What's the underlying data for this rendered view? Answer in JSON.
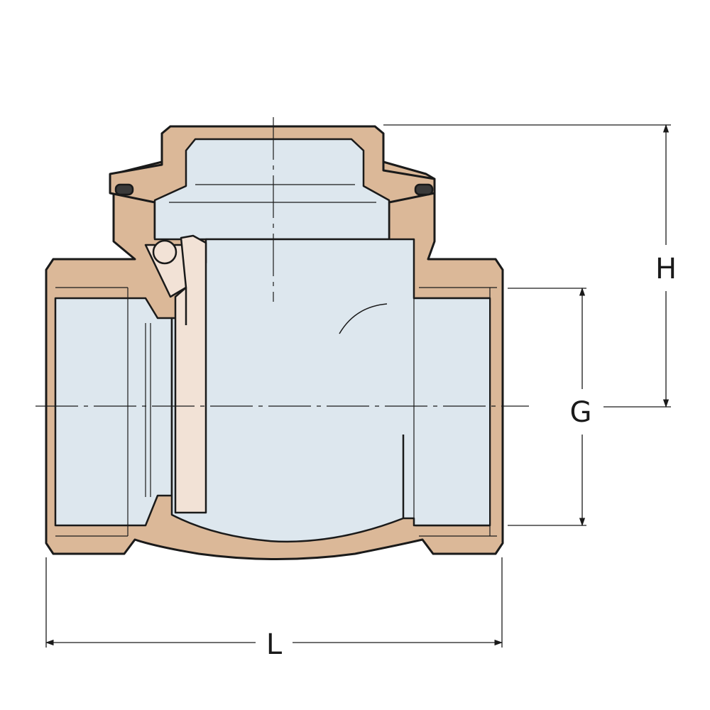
{
  "dimensions": {
    "height_label": "H",
    "thread_label": "G",
    "length_label": "L"
  },
  "colors": {
    "body": "#dbb898",
    "cavity": "#dde7ee",
    "disc": "#f2e2d6",
    "outline": "#1a1a1a",
    "background": "#ffffff"
  }
}
